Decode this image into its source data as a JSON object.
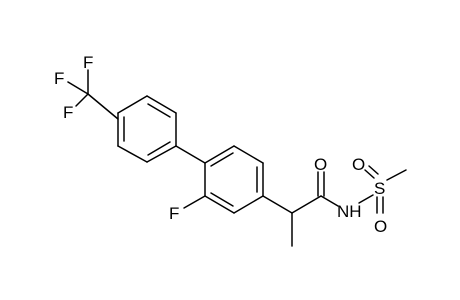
{
  "molecule": {
    "atoms": {
      "f_top": "F",
      "f_left": "F",
      "f_bottom": "F",
      "f_ring": "F",
      "oxygen_carbonyl": "O",
      "nitrogen": "NH",
      "sulfur": "S",
      "oxygen_sulfonyl_left": "O",
      "oxygen_sulfonyl_bottom": "O"
    }
  }
}
